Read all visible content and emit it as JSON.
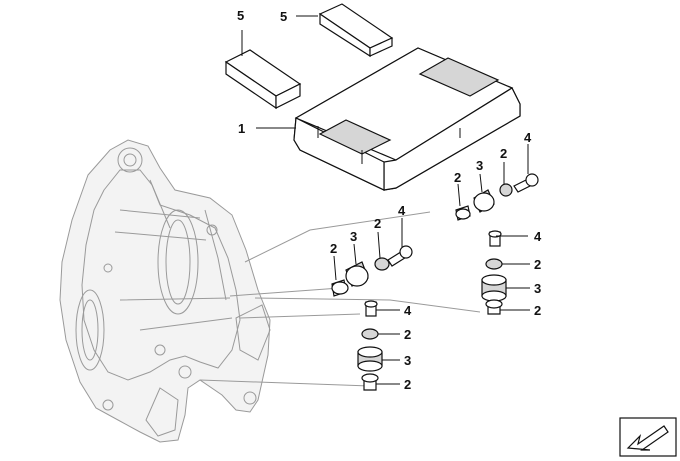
{
  "diagram": {
    "callouts": {
      "c1": "1",
      "c5a": "5",
      "c5b": "5",
      "g1_4": "4",
      "g1_3": "3",
      "g1_2a": "2",
      "g1_2b": "2",
      "g2_4": "4",
      "g2_3": "3",
      "g2_2a": "2",
      "g2_2b": "2",
      "g3_4": "4",
      "g3_2a": "2",
      "g3_3": "3",
      "g3_2b": "2",
      "g4_4": "4",
      "g4_2a": "2",
      "g4_3": "3",
      "g4_2b": "2"
    }
  }
}
